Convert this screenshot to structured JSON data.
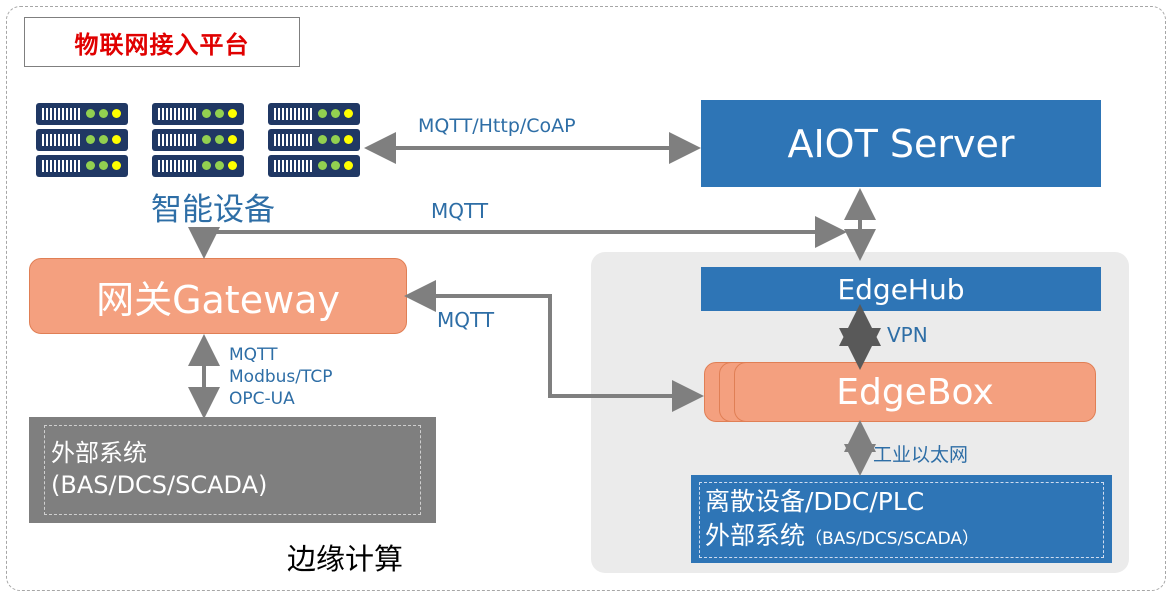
{
  "title": "物联网接入平台",
  "smart_devices_label": "智能设备",
  "aiot_server": "AIOT Server",
  "protocols": {
    "devices_to_server": "MQTT/Http/CoAP",
    "server_to_gateway": "MQTT",
    "gateway_to_edgebox": "MQTT",
    "gateway_to_external": [
      "MQTT",
      "Modbus/TCP",
      "OPC-UA"
    ],
    "edgehub_to_edgebox": "VPN",
    "edgebox_to_devices": "工业以太网"
  },
  "gateway": "网关Gateway",
  "edgehub": "EdgeHub",
  "edgebox": "EdgeBox",
  "external_system": {
    "line1": "外部系统",
    "line2": "(BAS/DCS/SCADA)"
  },
  "discrete_devices": {
    "line1": "离散设备/DDC/PLC",
    "line2": "外部系统",
    "line2_suffix": "（BAS/DCS/SCADA）"
  },
  "edge_computing_label": "边缘计算",
  "colors": {
    "blue": "#2e75b6",
    "salmon": "#f4a07f",
    "gray": "#7f7f7f",
    "title_red": "#e00000",
    "arrow": "#7f7f7f"
  }
}
